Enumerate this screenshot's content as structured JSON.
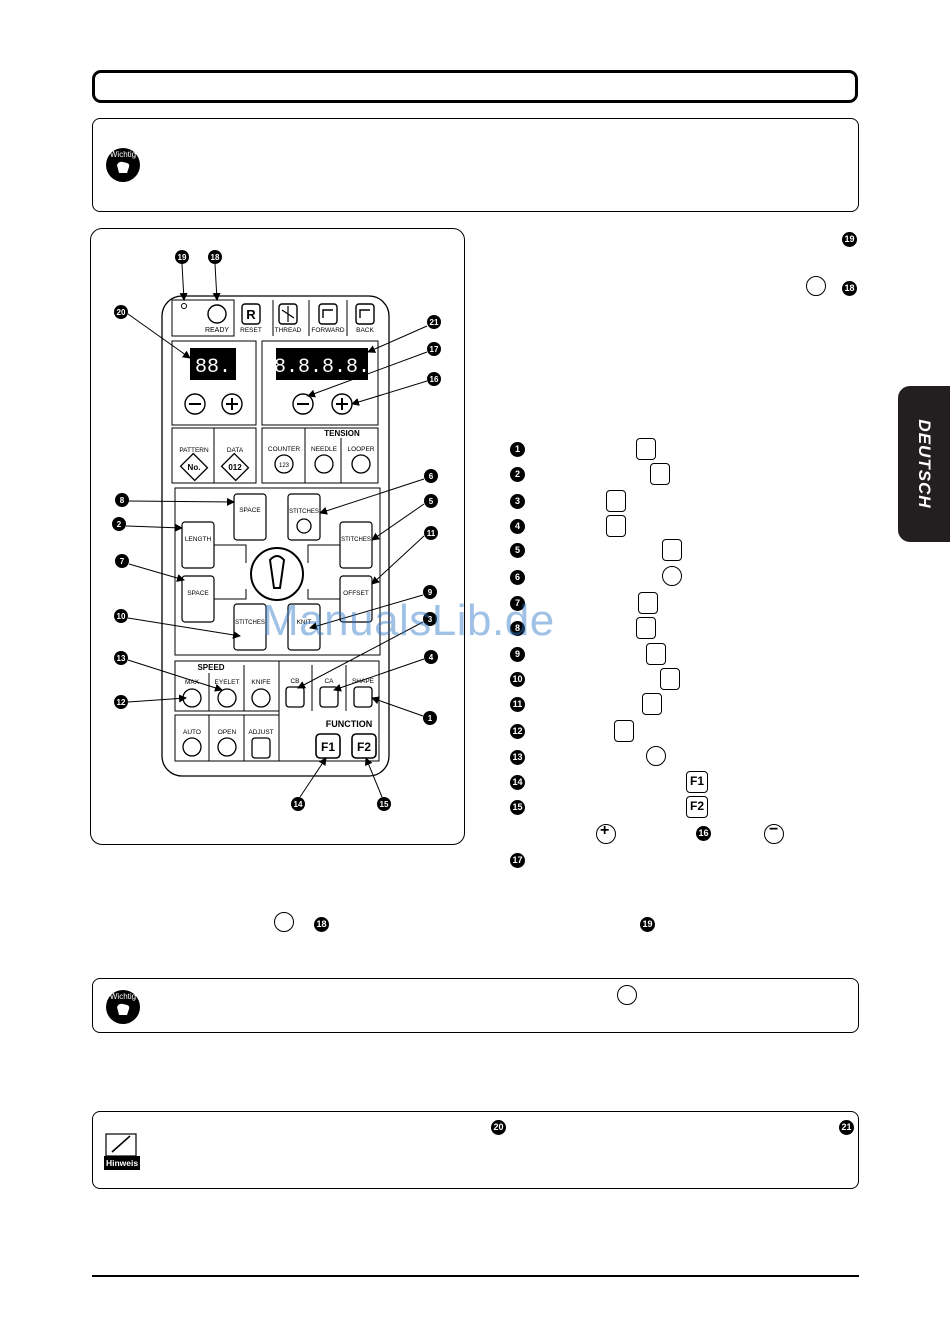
{
  "side_tab": {
    "label": "DEUTSCH"
  },
  "watermark": {
    "text": "ManualsLib.de"
  },
  "notes": {
    "wichtig_label": "Wichtig",
    "hinweis_label": "Hinweis"
  },
  "right_refs": {
    "top1": "19",
    "top2": "18"
  },
  "bottom_refs": {
    "ref18": "18",
    "ref19": "19"
  },
  "hinweis_refs": {
    "ref20": "20",
    "ref21": "21"
  },
  "list": [
    {
      "num": "1",
      "icon": "shape-icon"
    },
    {
      "num": "2",
      "icon": "length-icon"
    },
    {
      "num": "3",
      "icon": "cb-icon"
    },
    {
      "num": "4",
      "icon": "ca-icon"
    },
    {
      "num": "5",
      "icon": "bartack-stitches-icon"
    },
    {
      "num": "6",
      "icon": "eyelet-stitches-icon"
    },
    {
      "num": "7",
      "icon": "space-icon"
    },
    {
      "num": "8",
      "icon": "space-eyelet-icon"
    },
    {
      "num": "9",
      "icon": "knit-icon"
    },
    {
      "num": "10",
      "icon": "stitches-knit-icon"
    },
    {
      "num": "11",
      "icon": "offset-icon"
    },
    {
      "num": "12",
      "icon": "max-speed-icon"
    },
    {
      "num": "13",
      "icon": "eyelet-speed-icon"
    },
    {
      "num": "14",
      "icon": "F1"
    },
    {
      "num": "15",
      "icon": "F2"
    },
    {
      "num": "16",
      "icon": "plus-minus-icon"
    },
    {
      "num": "17",
      "icon": ""
    }
  ],
  "panel": {
    "ready": "READY",
    "reset": "RESET",
    "thread": "THREAD",
    "forward": "FORWARD",
    "back": "BACK",
    "display_left": "88.",
    "display_right": "8.8.8.8.",
    "pattern": "PATTERN",
    "pattern_key": "No.",
    "data": "DATA",
    "data_key": "012",
    "tension": "TENSION",
    "counter": "COUNTER",
    "counter_key": "123",
    "needle": "NEEDLE",
    "looper": "LOOPER",
    "space": "SPACE",
    "stitches": "STITCHES",
    "length": "LENGTH",
    "offset": "OFFSET",
    "knit": "KNIT",
    "speed": "SPEED",
    "max": "MAX",
    "eyelet": "EYELET",
    "knife": "KNIFE",
    "cb": "CB",
    "ca": "CA",
    "shape": "SHAPE",
    "auto": "AUTO",
    "open": "OPEN",
    "adjust": "ADJUST",
    "function": "FUNCTION",
    "f1": "F1",
    "f2": "F2",
    "callouts": [
      "1",
      "2",
      "3",
      "4",
      "5",
      "6",
      "7",
      "8",
      "9",
      "10",
      "11",
      "12",
      "13",
      "14",
      "15",
      "16",
      "17",
      "18",
      "19",
      "20",
      "21"
    ]
  }
}
